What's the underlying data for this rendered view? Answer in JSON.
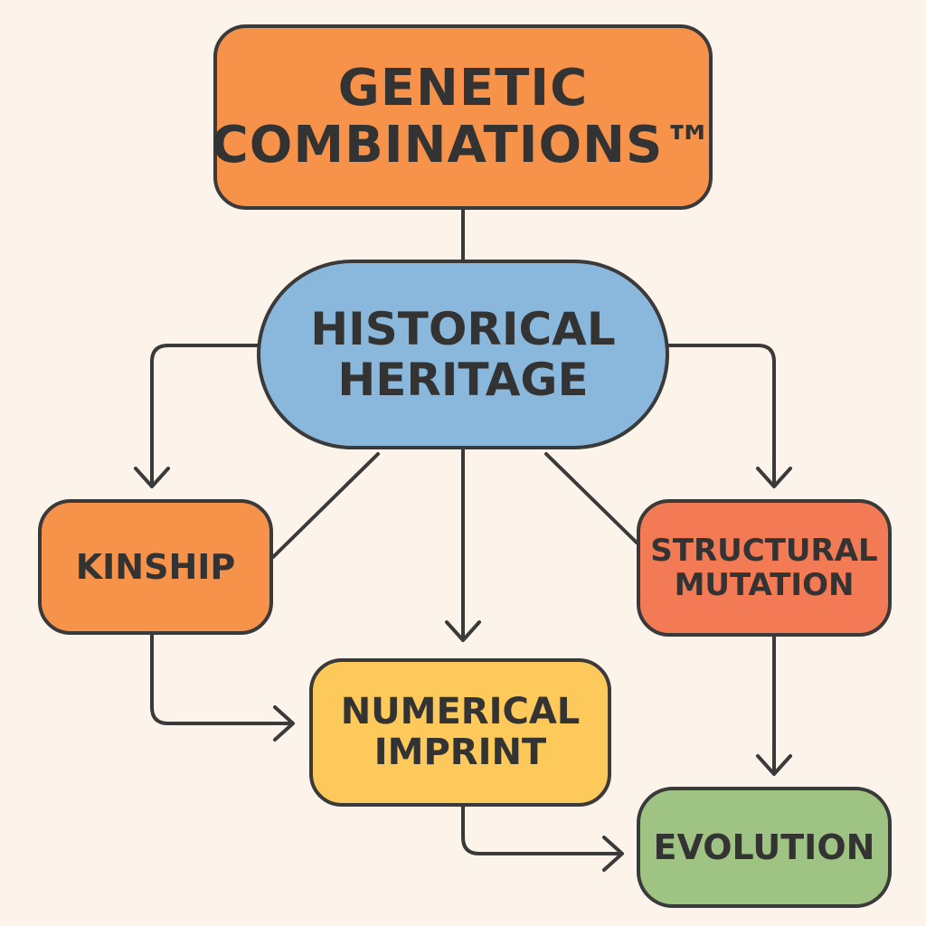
{
  "colors": {
    "background": "#fcf4ea",
    "stroke": "#3a3a3a",
    "text": "#333333",
    "genetic_combinations": "#f7924b",
    "historical_heritage": "#89b8dc",
    "kinship": "#f7924b",
    "structural_mutation": "#f27a55",
    "numerical_imprint": "#fdc95a",
    "evolution": "#9fc382"
  },
  "nodes": {
    "genetic_combinations": {
      "line1": "GENETIC",
      "line2": "COMBINATIONS™"
    },
    "historical_heritage": {
      "line1": "HISTORICAL",
      "line2": "HERITAGE"
    },
    "kinship": {
      "label": "KINSHIP"
    },
    "structural_mutation": {
      "line1": "STRUCTURAL",
      "line2": "MUTATION"
    },
    "numerical_imprint": {
      "line1": "NUMERICAL",
      "line2": "IMPRINT"
    },
    "evolution": {
      "label": "EVOLUTION"
    }
  },
  "edges": [
    {
      "from": "genetic_combinations",
      "to": "historical_heritage",
      "arrow": false
    },
    {
      "from": "historical_heritage",
      "to": "kinship",
      "arrow": true
    },
    {
      "from": "historical_heritage",
      "to": "structural_mutation",
      "arrow": true
    },
    {
      "from": "historical_heritage",
      "to": "numerical_imprint",
      "arrow": true
    },
    {
      "from": "historical_heritage",
      "to": "kinship",
      "arrow": false
    },
    {
      "from": "historical_heritage",
      "to": "structural_mutation",
      "arrow": false
    },
    {
      "from": "kinship",
      "to": "numerical_imprint",
      "arrow": true
    },
    {
      "from": "structural_mutation",
      "to": "evolution",
      "arrow": true
    },
    {
      "from": "numerical_imprint",
      "to": "evolution",
      "arrow": true
    }
  ]
}
